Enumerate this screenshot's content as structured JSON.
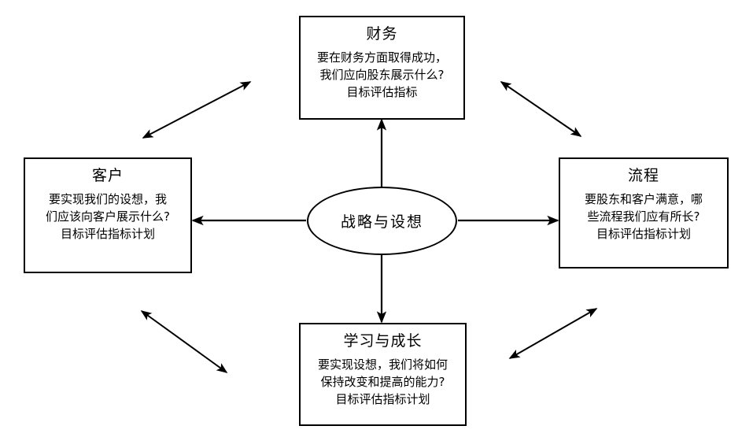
{
  "diagram": {
    "type": "balanced-scorecard",
    "center": {
      "label": "战略与设想"
    },
    "nodes": [
      {
        "id": "finance",
        "title": "财务",
        "lines": [
          "要在财务方面取得成功，",
          "我们应向股东展示什么?",
          "目标评估指标"
        ]
      },
      {
        "id": "customer",
        "title": "客户",
        "lines": [
          "要实现我们的设想，我",
          "们应该向客户展示什么?",
          "目标评估指标计划"
        ]
      },
      {
        "id": "process",
        "title": "流程",
        "lines": [
          "要股东和客户满意，哪",
          "些流程我们应有所长?",
          "目标评估指标计划"
        ]
      },
      {
        "id": "learning",
        "title": "学习与成长",
        "lines": [
          "要实现设想，我们将如何",
          "保持改变和提高的能力?",
          "目标评估指标计划"
        ]
      }
    ],
    "connectors": {
      "stroke_color": "#000000",
      "center_to_finance": "single-arrow-up",
      "center_to_customer": "single-arrow-left",
      "center_to_process": "single-arrow-right",
      "center_to_learning": "single-arrow-down",
      "finance_customer": "double-arrow",
      "finance_process": "double-arrow",
      "customer_learning": "double-arrow",
      "process_learning": "double-arrow"
    }
  }
}
